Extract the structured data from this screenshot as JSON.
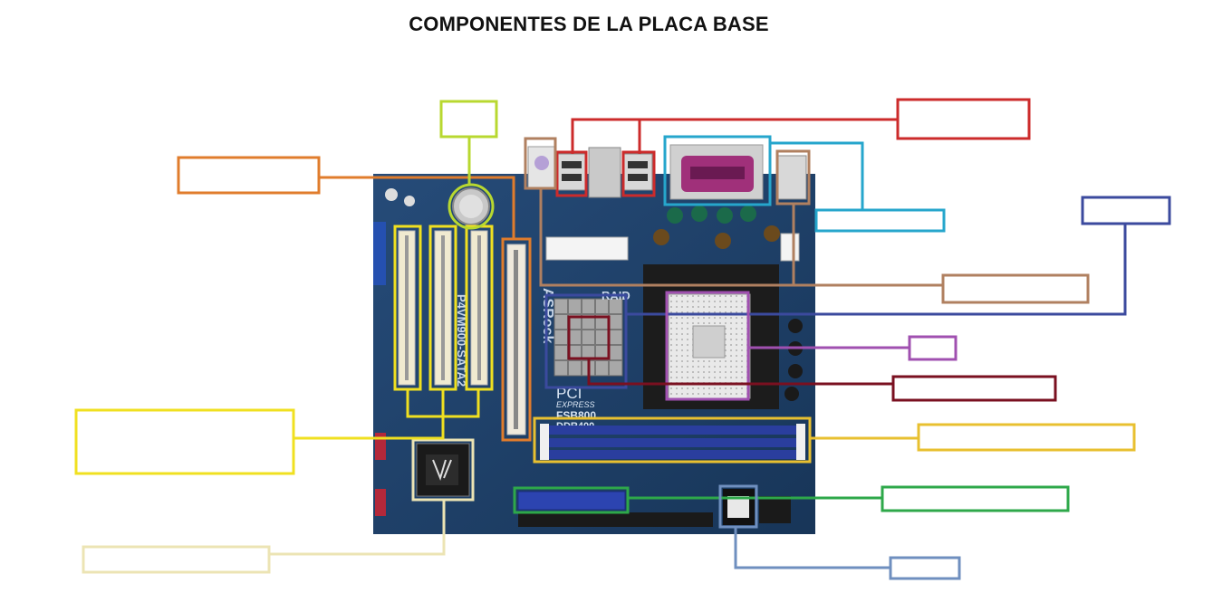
{
  "title": "COMPONENTES DE LA PLACA BASE",
  "board": {
    "model_text": "P4VM900-SATA2",
    "brand_text": "ASRock",
    "pci_express_text": "PCI",
    "express_text": "EXPRESS",
    "fsb_text": "FSB800",
    "ddr_text": "DDR400",
    "raid_text": "RAID"
  },
  "colors": {
    "usb_red": "#cc2b2b",
    "parallel_cyan": "#26a6cc",
    "southbridge_navy": "#3b4a9e",
    "power_brown": "#b08060",
    "socket_purple": "#a050b0",
    "northbridge_maroon": "#7a1020",
    "ram_yellow": "#e8c030",
    "ide_green": "#2ea84a",
    "bios_steelblue": "#6f8fbf",
    "chipset_cream": "#ece4b4",
    "pci_yellow": "#f0e020",
    "agp_orange": "#e07c2c",
    "battery_lime": "#b8d830",
    "board_blue": "#1d3d66"
  }
}
